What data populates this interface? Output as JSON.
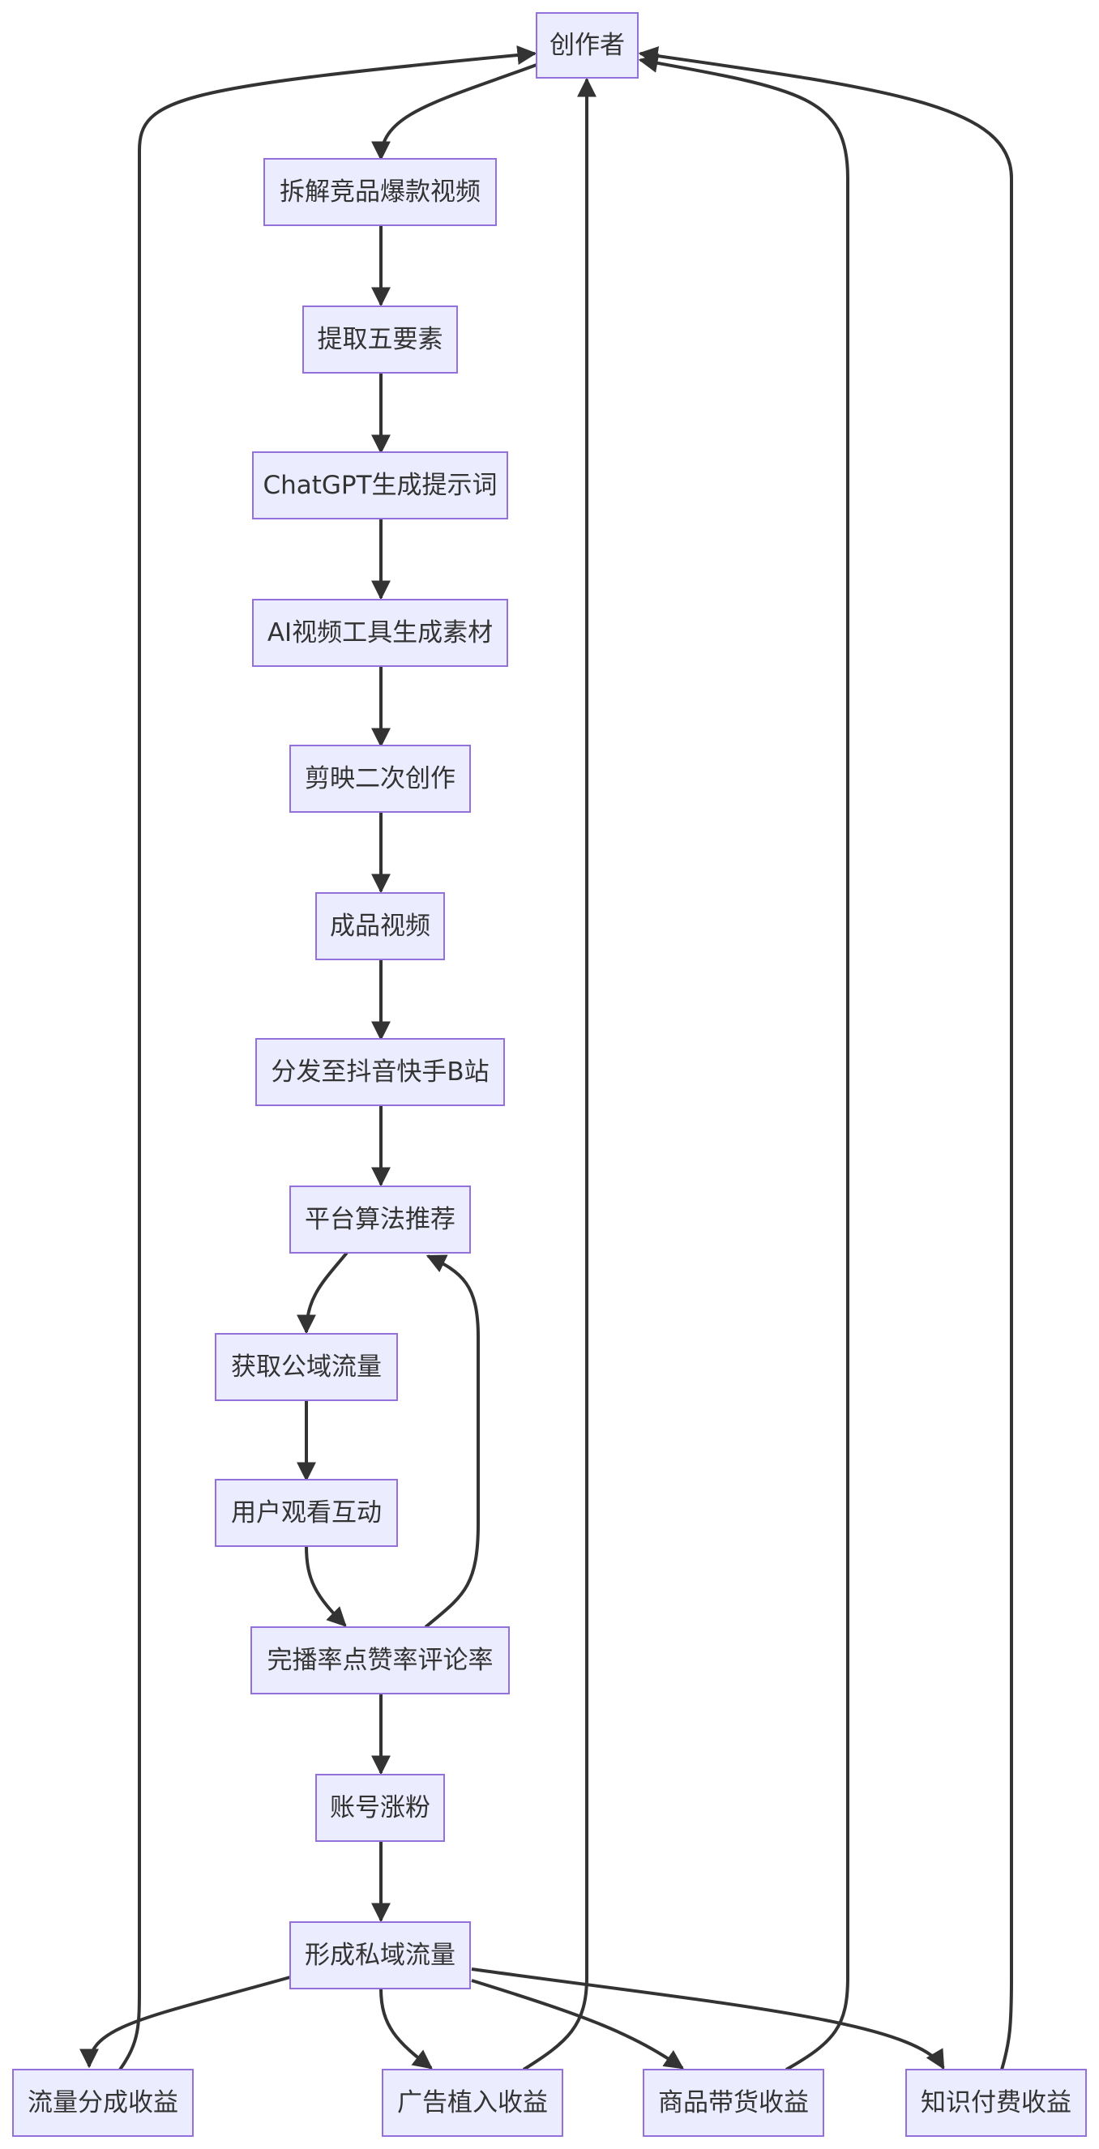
{
  "diagram": {
    "type": "flowchart",
    "nodes": {
      "creator": "创作者",
      "analyze": "拆解竞品爆款视频",
      "extract": "提取五要素",
      "prompt": "ChatGPT生成提示词",
      "aigen": "AI视频工具生成素材",
      "edit": "剪映二次创作",
      "final": "成品视频",
      "distribute": "分发至抖音快手B站",
      "algo": "平台算法推荐",
      "traffic": "获取公域流量",
      "watch": "用户观看互动",
      "metrics": "完播率点赞率评论率",
      "fans": "账号涨粉",
      "private": "形成私域流量",
      "rev_share": "流量分成收益",
      "rev_ads": "广告植入收益",
      "rev_goods": "商品带货收益",
      "rev_course": "知识付费收益"
    },
    "edges": [
      [
        "creator",
        "analyze"
      ],
      [
        "analyze",
        "extract"
      ],
      [
        "extract",
        "prompt"
      ],
      [
        "prompt",
        "aigen"
      ],
      [
        "aigen",
        "edit"
      ],
      [
        "edit",
        "final"
      ],
      [
        "final",
        "distribute"
      ],
      [
        "distribute",
        "algo"
      ],
      [
        "algo",
        "traffic"
      ],
      [
        "traffic",
        "watch"
      ],
      [
        "watch",
        "metrics"
      ],
      [
        "metrics",
        "algo"
      ],
      [
        "metrics",
        "fans"
      ],
      [
        "fans",
        "private"
      ],
      [
        "private",
        "rev_share"
      ],
      [
        "private",
        "rev_ads"
      ],
      [
        "private",
        "rev_goods"
      ],
      [
        "private",
        "rev_course"
      ],
      [
        "rev_share",
        "creator"
      ],
      [
        "rev_ads",
        "creator"
      ],
      [
        "rev_goods",
        "creator"
      ],
      [
        "rev_course",
        "creator"
      ]
    ]
  },
  "colors": {
    "node_fill": "#ECECFF",
    "node_stroke": "#9370DB",
    "edge": "#333333",
    "text": "#333333"
  }
}
